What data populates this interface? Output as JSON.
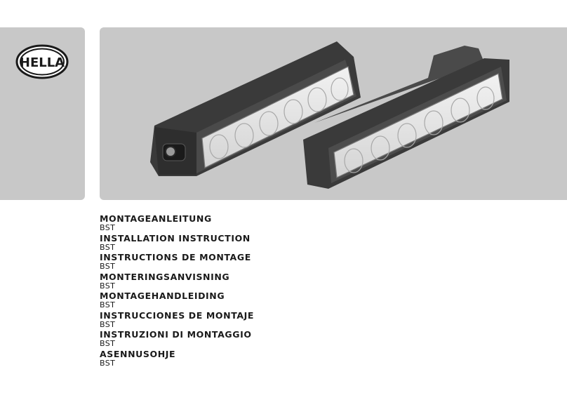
{
  "brand": {
    "logo_text": "HELLA"
  },
  "colors": {
    "panel": "#c8c8c8",
    "text": "#1a1a1a",
    "housing": "#3a3a3a"
  },
  "manual_titles": [
    {
      "title": "MONTAGEANLEITUNG",
      "model": "BST"
    },
    {
      "title": "INSTALLATION INSTRUCTION",
      "model": "BST"
    },
    {
      "title": "INSTRUCTIONS DE MONTAGE",
      "model": "BST"
    },
    {
      "title": "MONTERINGSANVISNING",
      "model": "BST"
    },
    {
      "title": "MONTAGEHANDLEIDING",
      "model": "BST"
    },
    {
      "title": "INSTRUCCIONES DE MONTAJE",
      "model": "BST"
    },
    {
      "title": "INSTRUZIONI DI MONTAGGIO",
      "model": "BST"
    },
    {
      "title": "ASENNUSOHJE",
      "model": "BST"
    }
  ]
}
